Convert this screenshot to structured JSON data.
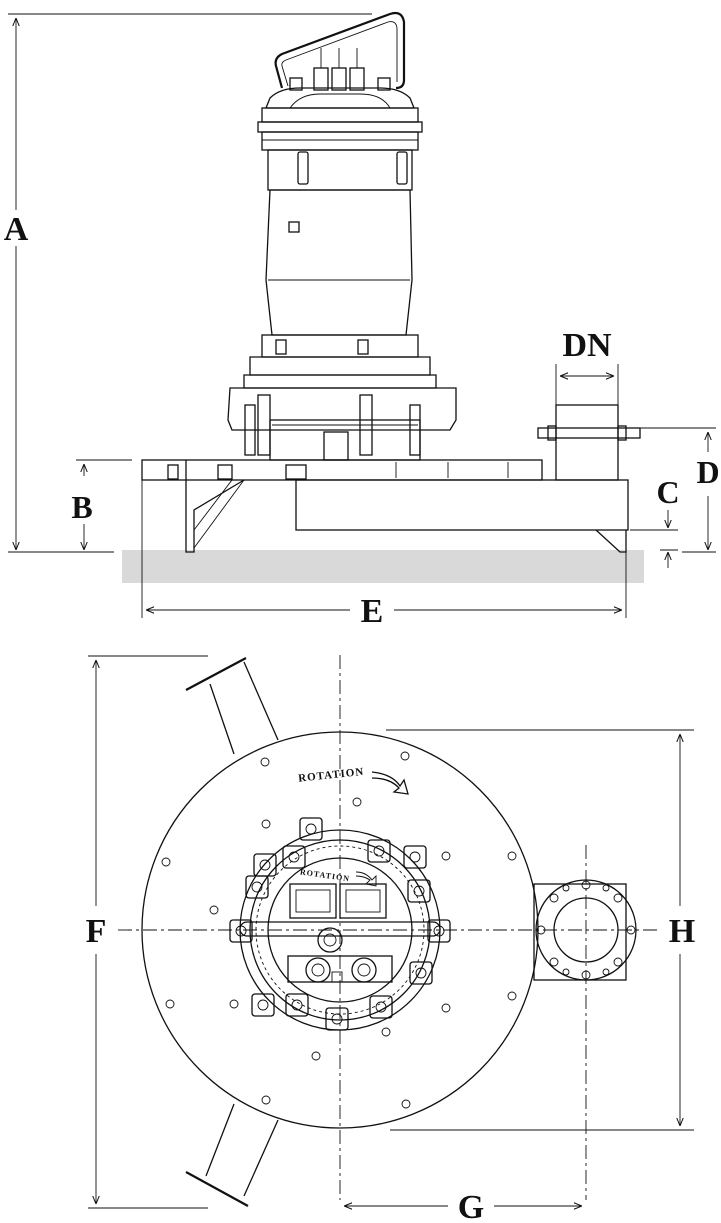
{
  "dimension_labels": {
    "a": "A",
    "b": "B",
    "c": "C",
    "d": "D",
    "dn": "DN",
    "e": "E",
    "f": "F",
    "g": "G",
    "h": "H"
  },
  "rotation_label_outer": "ROTATION",
  "rotation_label_inner": "ROTATION",
  "colors": {
    "line": "#111111",
    "floor": "#d9d9d9",
    "background": "#ffffff"
  }
}
